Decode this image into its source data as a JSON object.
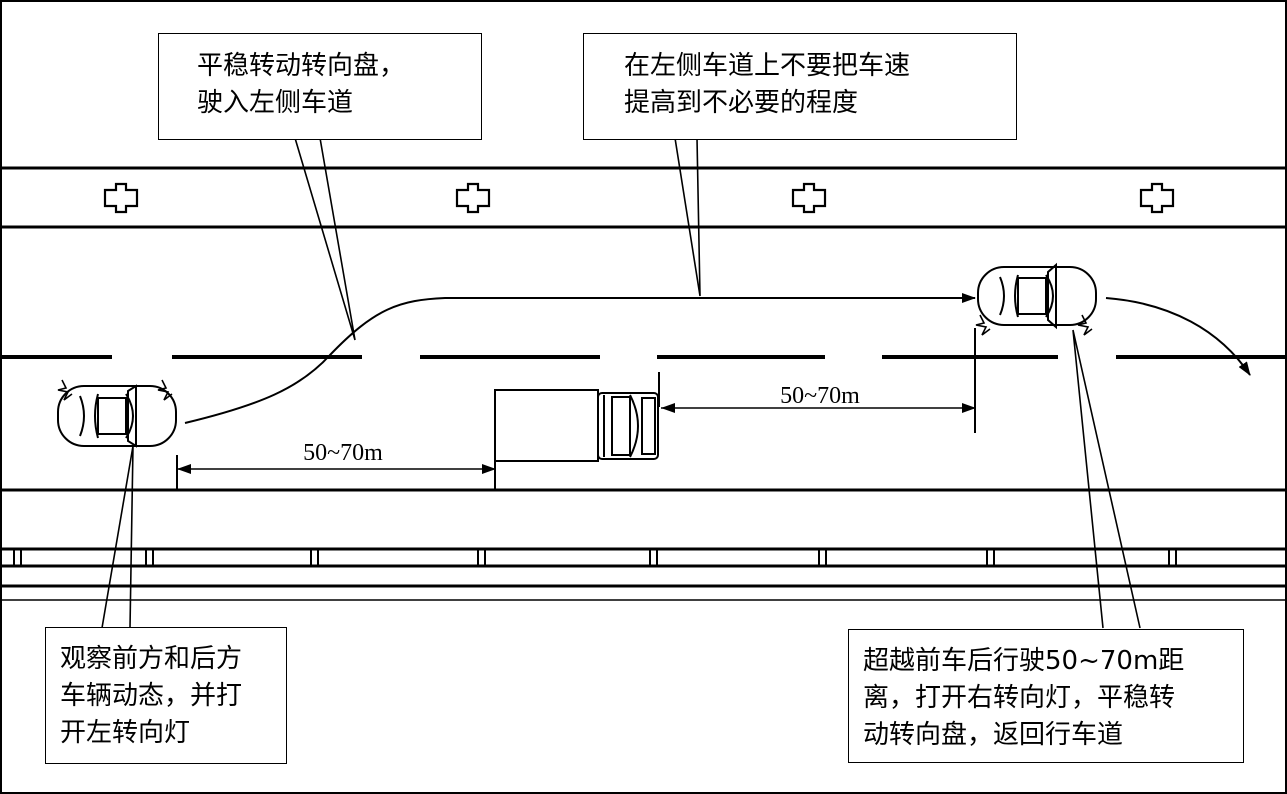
{
  "callouts": {
    "steer_into_left_lane": [
      "平稳转动转向盘，",
      "驶入左侧车道"
    ],
    "speed_in_left_lane": [
      "在左侧车道上不要把车速",
      "提高到不必要的程度"
    ],
    "observe_and_signal_left": [
      "观察前方和后方",
      "车辆动态，并打",
      "开左转向灯"
    ],
    "return_after_passing": [
      "超越前车后行驶50~70m距",
      "离，打开右转向灯，平稳转",
      "动转向盘，返回行车道"
    ]
  },
  "distances": {
    "behind_truck": "50~70m",
    "ahead_of_truck": "50~70m"
  }
}
